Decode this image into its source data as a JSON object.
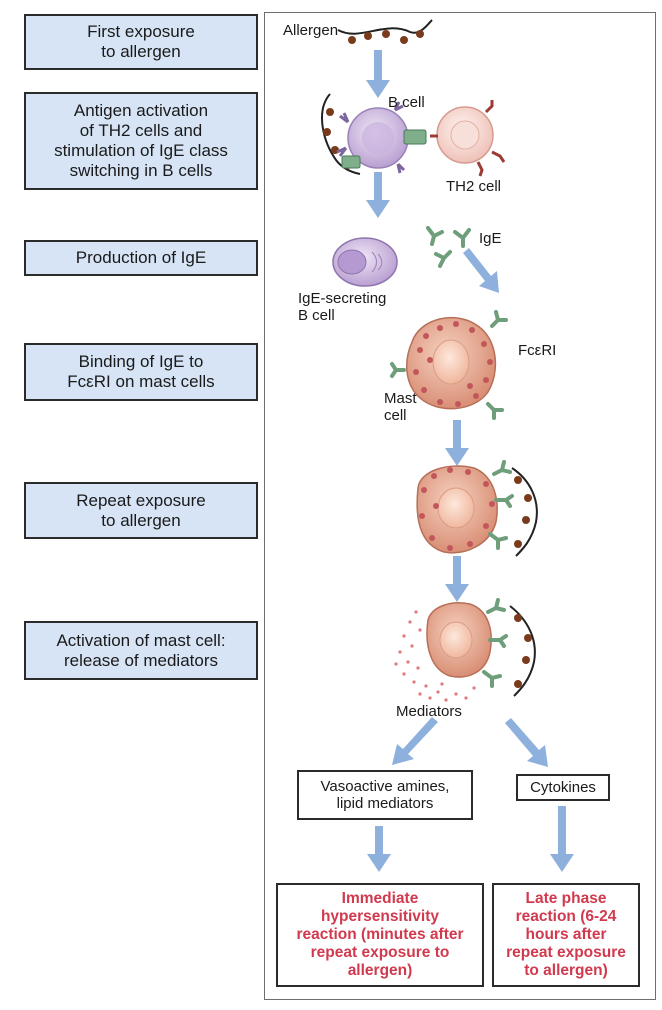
{
  "steps": [
    {
      "text": "First exposure\nto allergen"
    },
    {
      "text": "Antigen activation\nof TH2 cells and\nstimulation of IgE class\nswitching in B cells"
    },
    {
      "text": "Production of IgE"
    },
    {
      "text": "Binding of IgE to\nFcεRI on mast cells"
    },
    {
      "text": "Repeat exposure\nto allergen"
    },
    {
      "text": "Activation of mast cell:\nrelease of mediators"
    }
  ],
  "labels": {
    "allergen": "Allergen",
    "b_cell": "B cell",
    "th2_cell": "TH2 cell",
    "ige": "IgE",
    "ige_secreting": "IgE-secreting\nB cell",
    "fceri": "FcεRI",
    "mast_cell": "Mast\ncell",
    "mediators": "Mediators"
  },
  "boxes": {
    "vasoactive": "Vasoactive amines,\nlipid mediators",
    "cytokines": "Cytokines"
  },
  "outcomes": {
    "immediate": "Immediate\nhypersensitivity\nreaction (minutes after\nrepeat exposure to\nallergen)",
    "late": "Late phase\nreaction (6-24\nhours after\nrepeat exposure\nto allergen)"
  },
  "colors": {
    "step_fill": "#d6e4f5",
    "arrow": "#8db0dc",
    "outcome_text": "#d13a4e",
    "mast_cell": "#e9ae93",
    "b_cell": "#cdb8dd",
    "th2_cell": "#f4d6d0",
    "ige": "#7fae8a",
    "allergen": "#7a3b1c"
  }
}
